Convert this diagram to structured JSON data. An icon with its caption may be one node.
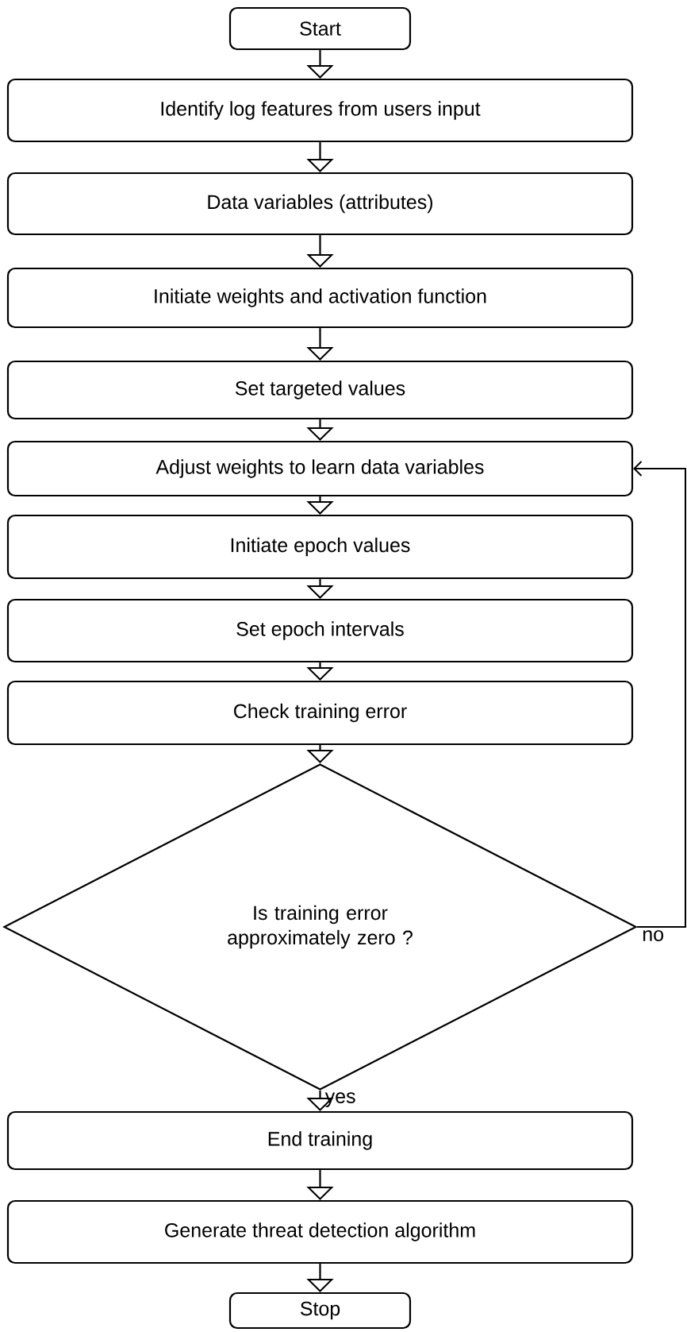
{
  "diagram": {
    "nodes": [
      {
        "text": [
          "Start"
        ]
      },
      {
        "text": [
          "Identify log features from users input"
        ]
      },
      {
        "text": [
          "Data variables (attributes)"
        ]
      },
      {
        "text": [
          "Initiate weights and activation function"
        ]
      },
      {
        "text": [
          "Set targeted values"
        ]
      },
      {
        "text": [
          "Adjust weights to learn data variables"
        ]
      },
      {
        "text": [
          "Initiate epoch values"
        ]
      },
      {
        "text": [
          "Set epoch intervals"
        ]
      },
      {
        "text": [
          "Check training error"
        ]
      },
      {
        "text": [
          "Is training error approximately zero ?"
        ]
      },
      {
        "text": [
          "End training"
        ]
      },
      {
        "text": [
          "Generate threat detection algorithm"
        ]
      },
      {
        "text": [
          "Stop"
        ]
      }
    ],
    "edges": [
      {
        "from": 0,
        "to": 1,
        "arrow": "to"
      },
      {
        "from": 1,
        "to": 2,
        "arrow": "to"
      },
      {
        "from": 2,
        "to": 3,
        "arrow": "to"
      },
      {
        "from": 3,
        "to": 4,
        "arrow": "to"
      },
      {
        "from": 4,
        "to": 5,
        "arrow": "to"
      },
      {
        "from": 5,
        "to": 6,
        "arrow": "to"
      },
      {
        "from": 6,
        "to": 7,
        "arrow": "to"
      },
      {
        "from": 7,
        "to": 8,
        "arrow": "to"
      },
      {
        "from": 8,
        "to": 9,
        "arrow": "to"
      },
      {
        "from": 9,
        "to": 10,
        "arrow": "to",
        "label": "yes"
      },
      {
        "from": 10,
        "to": 11,
        "arrow": "to"
      },
      {
        "from": 11,
        "to": 12,
        "arrow": "to"
      },
      {
        "from": 9,
        "to": 5,
        "arrow": "to",
        "label": "no"
      }
    ]
  }
}
